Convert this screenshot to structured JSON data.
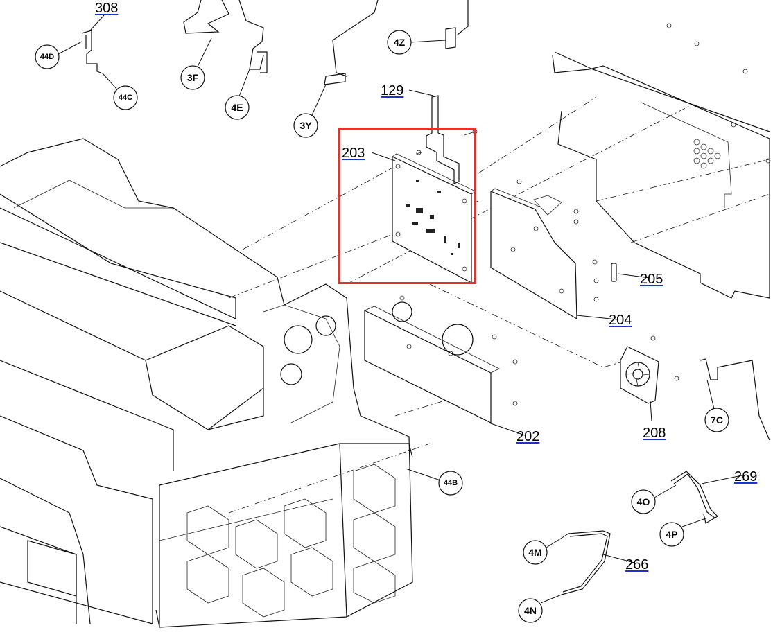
{
  "diagram": {
    "highlight_color": "#e8302a",
    "link_underline_color": "#1a33cc",
    "part_refs": {
      "p308": "308",
      "p129": "129",
      "p203": "203",
      "p205": "205",
      "p204": "204",
      "p202": "202",
      "p208": "208",
      "p269": "269",
      "p266": "266"
    },
    "callouts": {
      "c44D": "44D",
      "c44C": "44C",
      "c3F": "3F",
      "c4E": "4E",
      "c3Y": "3Y",
      "c4Z": "4Z",
      "c7C": "7C",
      "c44B": "44B",
      "c4O": "4O",
      "c4P": "4P",
      "c4M": "4M",
      "c4N": "4N"
    },
    "highlighted_part": "203"
  }
}
